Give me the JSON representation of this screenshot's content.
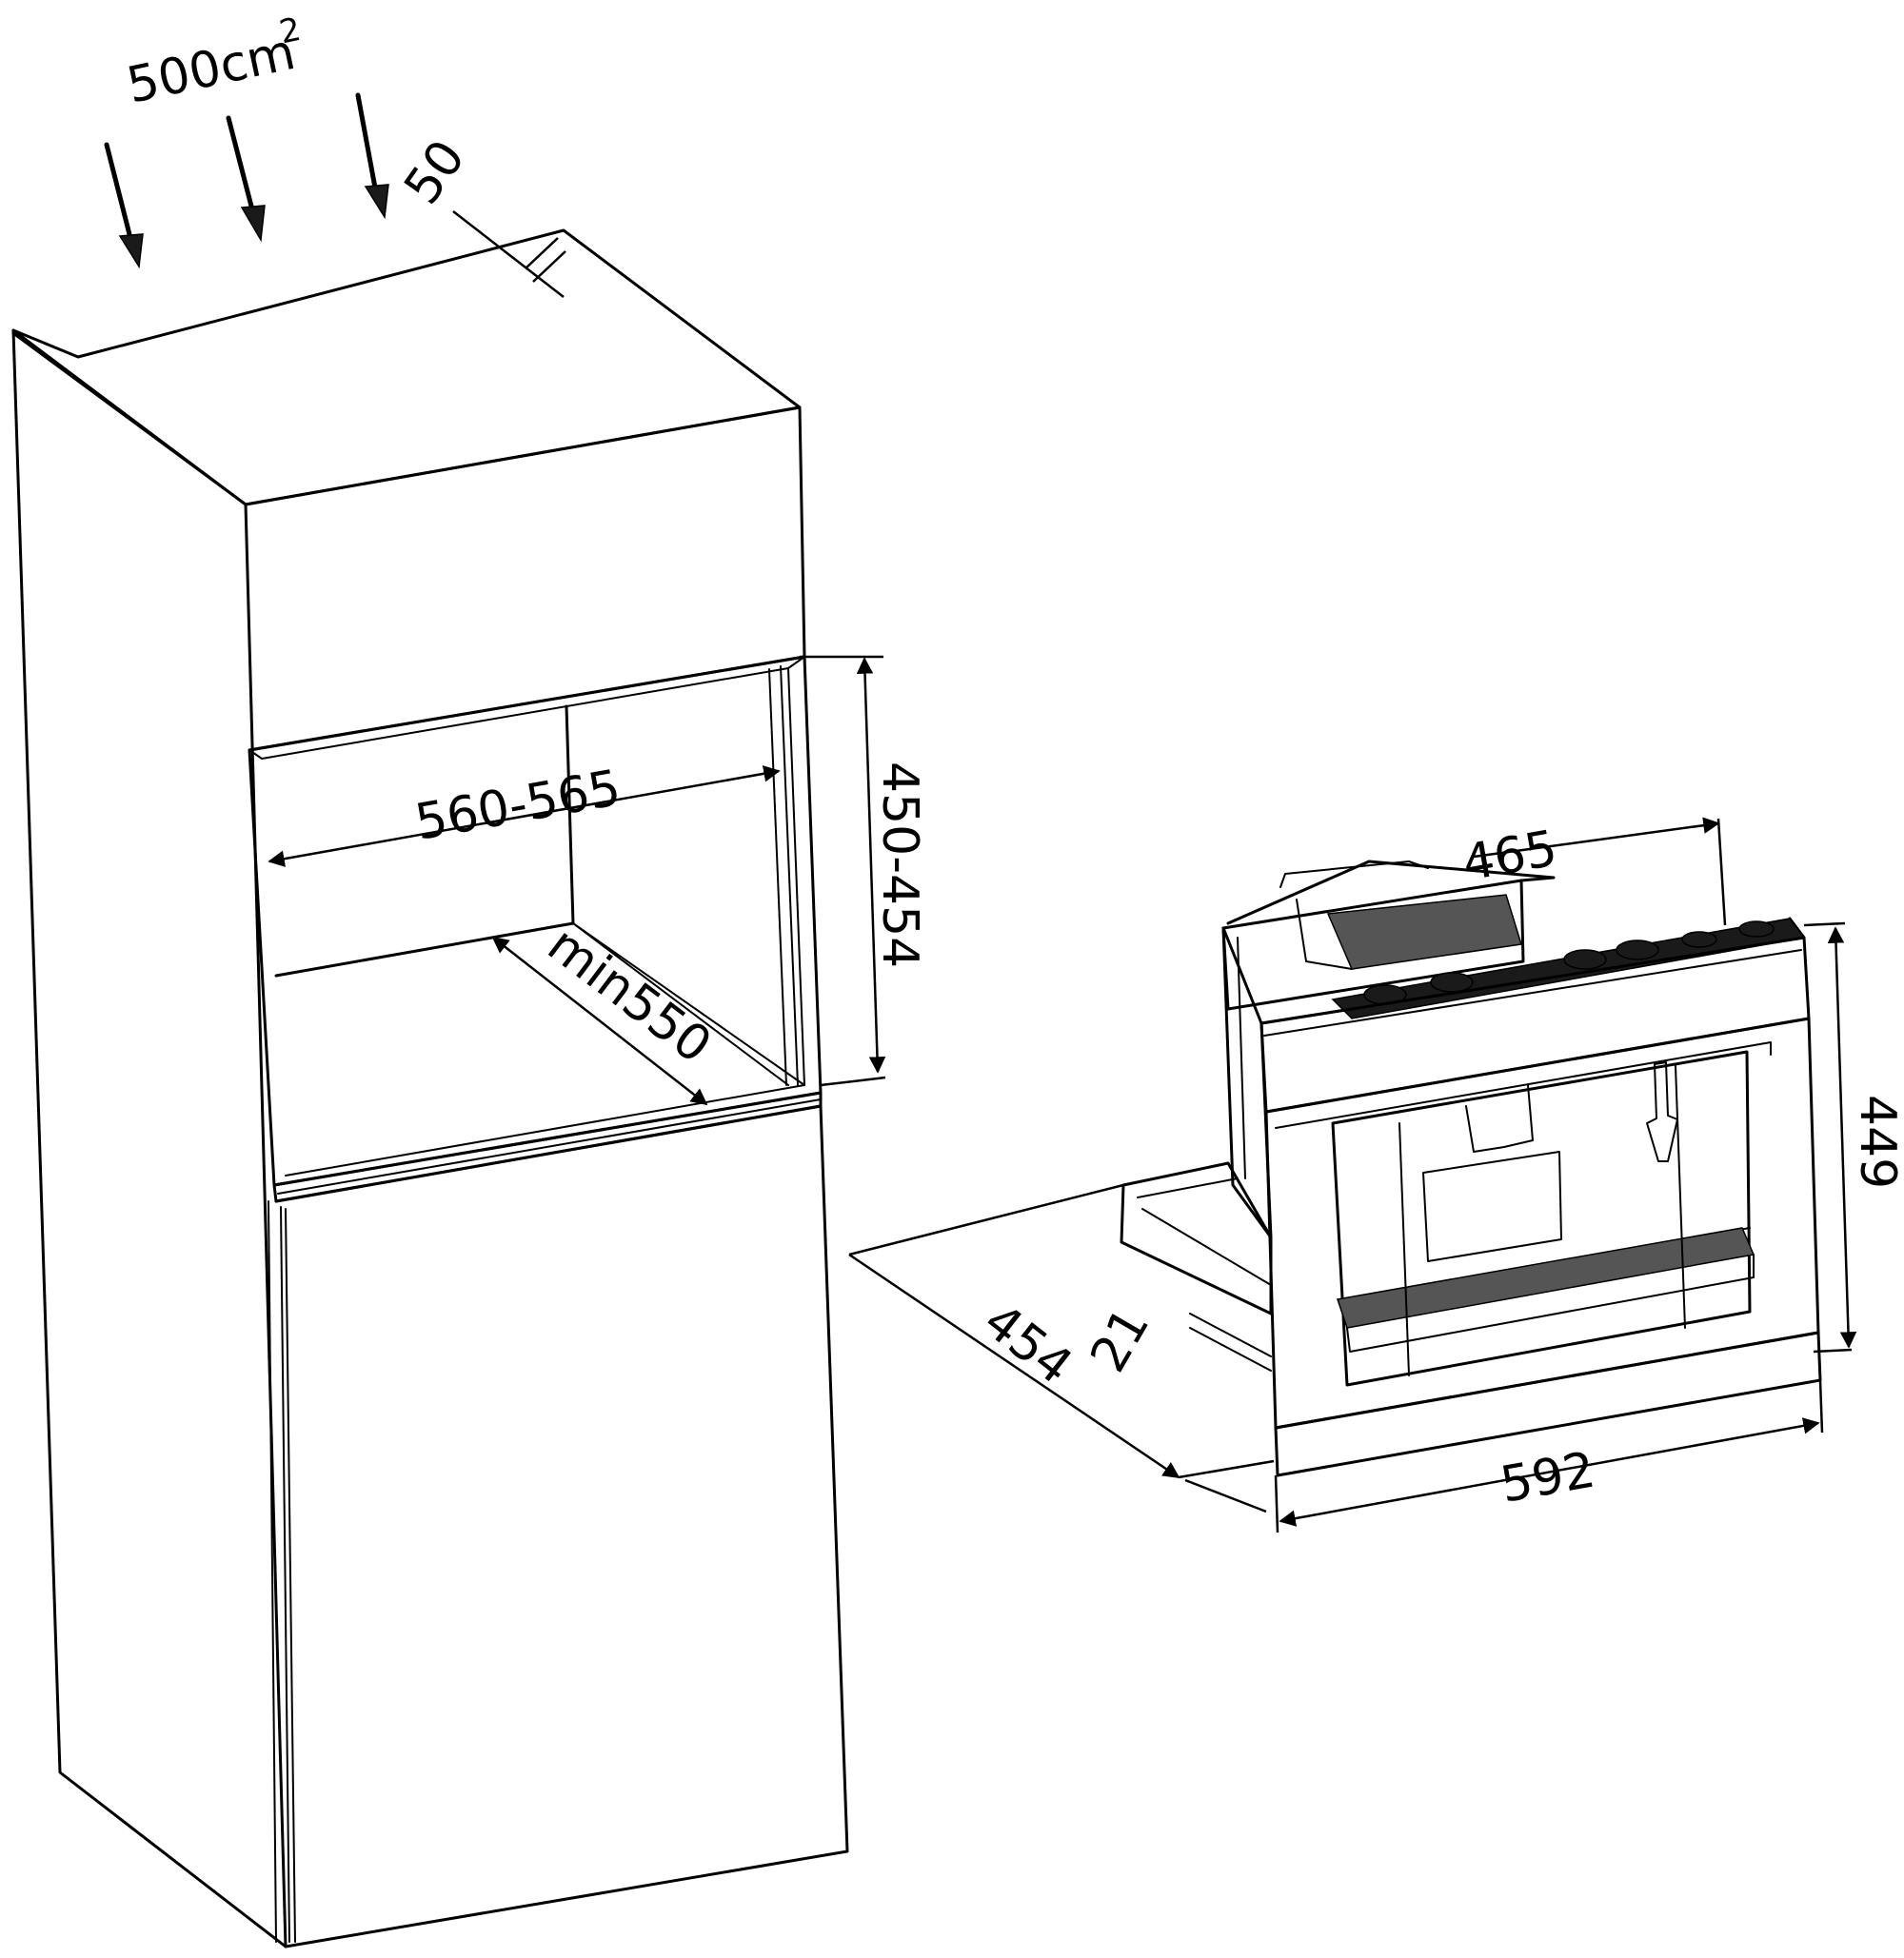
{
  "labels": {
    "vent_area": "500cm",
    "vent_area_sup": "2",
    "top_gap": "50",
    "niche_width": "560-565",
    "niche_height": "450-454",
    "niche_depth": "min550",
    "appliance_top_depth": "465",
    "appliance_height": "449",
    "appliance_depth": "454",
    "front_offset": "21",
    "appliance_width": "592"
  },
  "colors": {
    "line": "#000000",
    "background": "#ffffff"
  },
  "icons": {
    "airflow": "down-arrow-icon"
  }
}
